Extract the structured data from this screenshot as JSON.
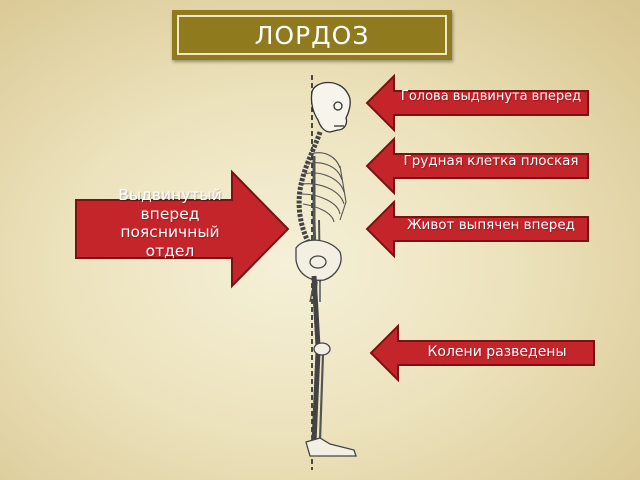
{
  "title": "ЛОРДОЗ",
  "colors": {
    "arrow_fill": "#c4252a",
    "arrow_edge": "#7a1214",
    "title_bg": "#8f7a1e"
  },
  "labels": {
    "head": "Голова выдвинута вперед",
    "chest": "Грудная клетка плоская",
    "belly": "Живот выпячен вперед",
    "knees": "Колени разведены",
    "lumbar": "Выдвинутый вперед поясничный отдел"
  }
}
